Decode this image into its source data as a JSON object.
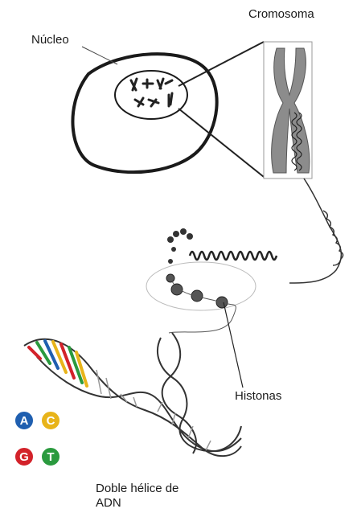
{
  "labels": {
    "nucleus": "Núcleo",
    "chromosome": "Cromosoma",
    "histones": "Histonas",
    "dna_line1": "Doble hélice de",
    "dna_line2": "ADN"
  },
  "bases": [
    {
      "letter": "A",
      "color": "#1f5fb0"
    },
    {
      "letter": "C",
      "color": "#e8b41a"
    },
    {
      "letter": "G",
      "color": "#d3222a"
    },
    {
      "letter": "T",
      "color": "#2a9a3e"
    }
  ],
  "colors": {
    "chromosome_fill": "#8c8c8c",
    "outline": "#222222",
    "rung_colors": [
      "#d3222a",
      "#2a9a3e",
      "#1f5fb0",
      "#e8b41a"
    ]
  }
}
